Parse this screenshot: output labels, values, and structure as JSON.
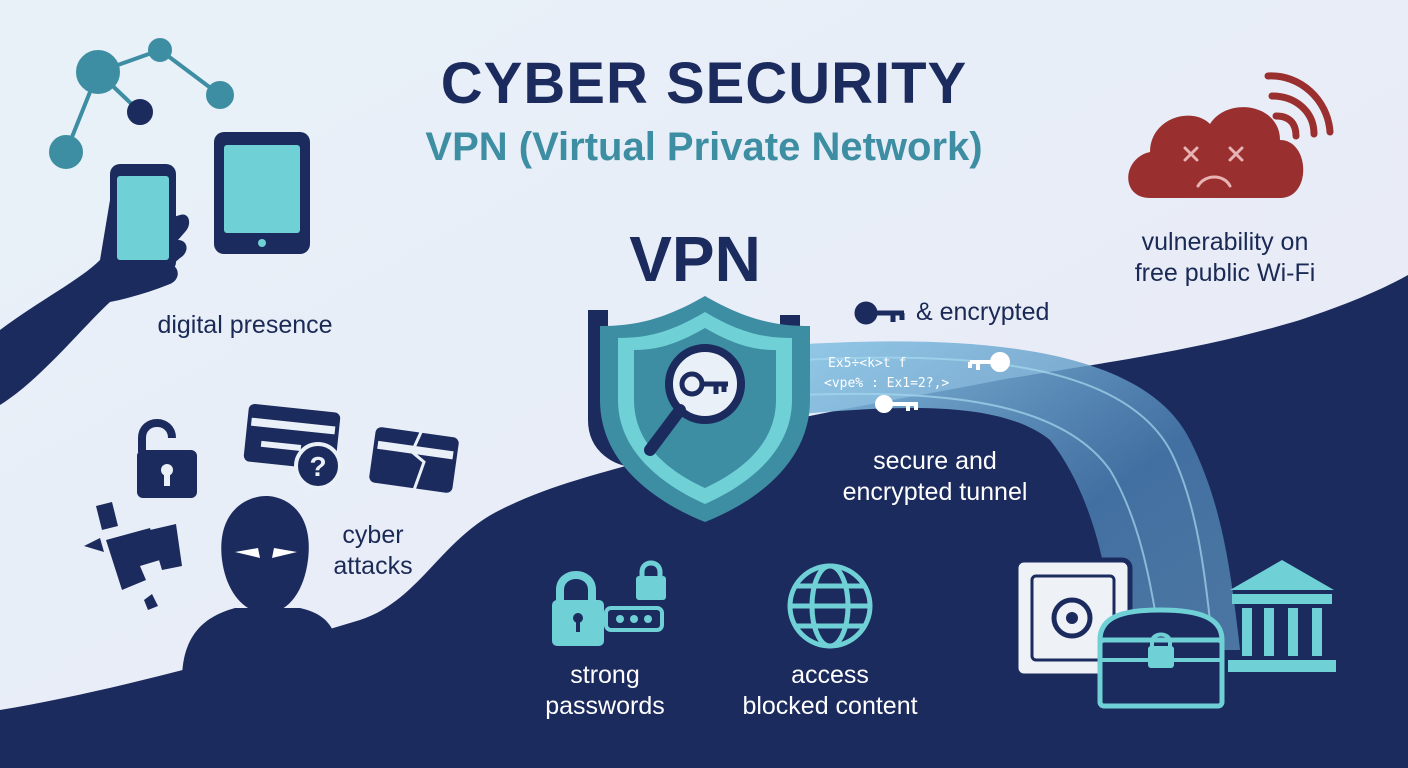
{
  "title": "CYBER SECURITY",
  "subtitle": "VPN (Virtual Private Network)",
  "center_label": "VPN",
  "labels": {
    "digital_presence": "digital presence",
    "cyber_attacks": [
      "cyber",
      "attacks"
    ],
    "vulnerability": [
      "vulnerability on",
      "free public Wi-Fi"
    ],
    "encrypted": "& encrypted",
    "tunnel": [
      "secure and",
      "encrypted tunnel"
    ],
    "strong_passwords": [
      "strong",
      "passwords"
    ],
    "access_blocked": [
      "access",
      "blocked content"
    ]
  },
  "code_lines": [
    "Ex5÷<k>t f",
    "<vpe%  : Ex1=2?,>"
  ],
  "icons": [
    "network-nodes-icon",
    "smartphone-icon",
    "tablet-icon",
    "hand-icon",
    "hacker-icon",
    "unlocked-padlock-icon",
    "credit-card-question-icon",
    "broken-card-icon",
    "broken-padlock-icon",
    "broken-cloud-icon",
    "wifi-signal-icon",
    "shield-key-icon",
    "key-icon",
    "padlock-password-icon",
    "globe-icon",
    "safe-icon",
    "treasure-chest-icon",
    "bank-icon"
  ],
  "colors": {
    "navy": "#1c2b5e",
    "teal": "#3e8ea3",
    "aqua": "#6fd0d6",
    "red": "#9a2f2f",
    "background": "#eaf0f7"
  }
}
